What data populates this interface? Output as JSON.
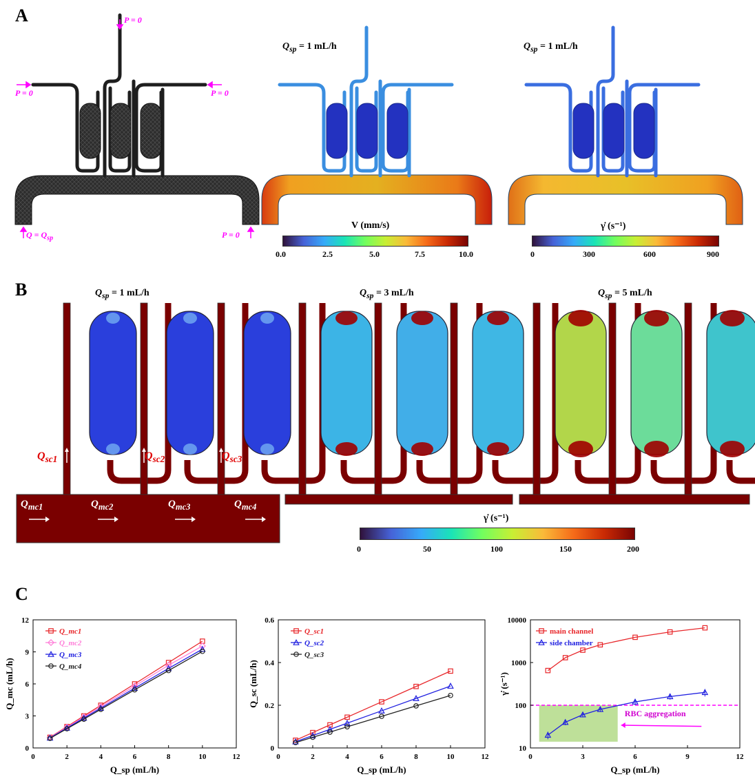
{
  "panels": {
    "a": "A",
    "b": "B",
    "c": "C"
  },
  "panel_a": {
    "bc_labels": {
      "p0_top": "P = 0",
      "p0_left": "P = 0",
      "p0_right": "P = 0",
      "p0_bottom_right": "P = 0",
      "inlet": "Q = Q",
      "inlet_sub": "sp"
    },
    "velocity_map": {
      "title_q": "Q",
      "title_sub": "sp",
      "title_rest": " = 1 mL/h",
      "colorbar_label": "V (mm/s)",
      "ticks": [
        "0.0",
        "2.5",
        "5.0",
        "7.5",
        "10.0"
      ]
    },
    "shear_map": {
      "title_q": "Q",
      "title_sub": "sp",
      "title_rest": " = 1 mL/h",
      "colorbar_label": "γ̇  (s⁻¹)",
      "ticks": [
        "0",
        "300",
        "600",
        "900"
      ]
    }
  },
  "panel_b": {
    "titles": [
      {
        "q": "Q",
        "sub": "sp",
        "rest": " = 1 mL/h"
      },
      {
        "q": "Q",
        "sub": "sp",
        "rest": " = 3 mL/h"
      },
      {
        "q": "Q",
        "sub": "sp",
        "rest": " = 5 mL/h"
      }
    ],
    "side_labels": [
      {
        "q": "Q",
        "sub": "sc1"
      },
      {
        "q": "Q",
        "sub": "sc2"
      },
      {
        "q": "Q",
        "sub": "sc3"
      }
    ],
    "main_labels": [
      {
        "q": "Q",
        "sub": "mc1"
      },
      {
        "q": "Q",
        "sub": "mc2"
      },
      {
        "q": "Q",
        "sub": "mc3"
      },
      {
        "q": "Q",
        "sub": "mc4"
      }
    ],
    "colorbar_label": "γ̇  (s⁻¹)",
    "ticks": [
      "0",
      "50",
      "100",
      "150",
      "200"
    ],
    "chamber_colors": [
      [
        "#2a3fdc",
        "#2a3fdc",
        "#2a3fdc"
      ],
      [
        "#3cb4e6",
        "#41aee8",
        "#3fb7e4"
      ],
      [
        "#b2d64a",
        "#6cdc9a",
        "#3fc4cc"
      ]
    ]
  },
  "chart_data": [
    {
      "type": "line",
      "xlabel": "Q_sp (mL/h)",
      "ylabel": "Q_mc (mL/h)",
      "xlim": [
        0,
        12
      ],
      "ylim": [
        0,
        12
      ],
      "xticks": [
        0,
        2,
        4,
        6,
        8,
        10,
        12
      ],
      "yticks": [
        0,
        3,
        6,
        9,
        12
      ],
      "x": [
        1,
        2,
        3,
        4,
        6,
        8,
        10
      ],
      "series": [
        {
          "name": "Q_mc1",
          "color": "#e8262a",
          "marker": "square",
          "values": [
            1.0,
            2.0,
            3.0,
            4.0,
            6.0,
            8.0,
            10.0
          ]
        },
        {
          "name": "Q_mc2",
          "color": "#ff7fd9",
          "marker": "diamond",
          "values": [
            0.97,
            1.94,
            2.9,
            3.87,
            5.8,
            7.75,
            9.55
          ]
        },
        {
          "name": "Q_mc3",
          "color": "#2020e0",
          "marker": "triangle",
          "values": [
            0.94,
            1.87,
            2.8,
            3.73,
            5.6,
            7.45,
            9.25
          ]
        },
        {
          "name": "Q_mc4",
          "color": "#222222",
          "marker": "circle",
          "values": [
            0.9,
            1.8,
            2.7,
            3.62,
            5.45,
            7.25,
            9.05
          ]
        }
      ]
    },
    {
      "type": "line",
      "xlabel": "Q_sp (mL/h)",
      "ylabel": "Q_sc (mL/h)",
      "xlim": [
        0,
        12
      ],
      "ylim": [
        0,
        0.6
      ],
      "xticks": [
        0,
        2,
        4,
        6,
        8,
        10,
        12
      ],
      "yticks": [
        0,
        0.2,
        0.4,
        0.6
      ],
      "ytick_labels": [
        "0",
        "0.2",
        "0.4",
        "0.6"
      ],
      "x": [
        1,
        2,
        3,
        4,
        6,
        8,
        10
      ],
      "series": [
        {
          "name": "Q_sc1",
          "color": "#e8262a",
          "marker": "square",
          "values": [
            0.036,
            0.072,
            0.108,
            0.144,
            0.216,
            0.288,
            0.36
          ]
        },
        {
          "name": "Q_sc2",
          "color": "#2020e0",
          "marker": "triangle",
          "values": [
            0.029,
            0.058,
            0.087,
            0.116,
            0.174,
            0.232,
            0.29
          ]
        },
        {
          "name": "Q_sc3",
          "color": "#222222",
          "marker": "circle",
          "values": [
            0.025,
            0.05,
            0.074,
            0.099,
            0.148,
            0.197,
            0.246
          ]
        }
      ]
    },
    {
      "type": "line",
      "scale": "log",
      "xlabel": "Q_sp (mL/h)",
      "ylabel": "γ̇  (s⁻¹)",
      "xlim": [
        0,
        12
      ],
      "ylim": [
        10,
        10000
      ],
      "xticks": [
        0,
        3,
        6,
        9,
        12
      ],
      "yticks": [
        10,
        100,
        1000,
        10000
      ],
      "x": [
        1,
        2,
        3,
        4,
        6,
        8,
        10
      ],
      "series": [
        {
          "name": "main channel",
          "color": "#e8262a",
          "marker": "square",
          "values": [
            650,
            1300,
            1950,
            2600,
            3900,
            5200,
            6500
          ]
        },
        {
          "name": "side chamber",
          "color": "#2020e0",
          "marker": "triangle",
          "values": [
            20,
            40,
            60,
            80,
            120,
            160,
            200
          ],
          "error": [
            4,
            6,
            8,
            10,
            20,
            25,
            40
          ]
        }
      ],
      "threshold": 100,
      "annotation": "RBC aggregation",
      "shaded_region": {
        "x": [
          0.5,
          5
        ],
        "y": [
          14,
          100
        ]
      }
    }
  ]
}
